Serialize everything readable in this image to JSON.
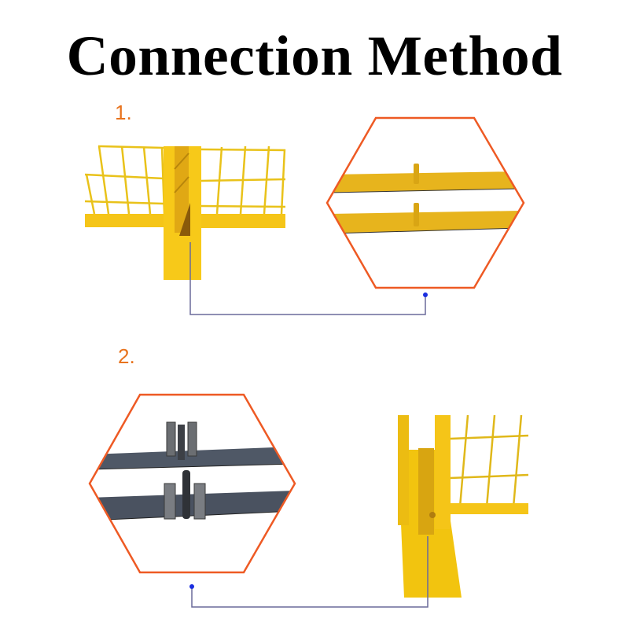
{
  "title": "Connection Method",
  "steps": [
    {
      "number": "1.",
      "left_image": "yellow fence panels joined at post (side view)",
      "right_image": "yellow base bars with hooks (hexagon detail)"
    },
    {
      "number": "2.",
      "left_image": "grey base bars with square tube sockets and pin (hexagon detail)",
      "right_image": "yellow fence post inserted in base socket"
    }
  ],
  "colors": {
    "accent_orange": "#e8731d",
    "hexagon_outline": "#ee5a24",
    "connector_line": "#6a6a9a",
    "connector_dot": "#1a2ee0",
    "fence_yellow": "#f5c518",
    "steel_grey": "#4a5260"
  }
}
